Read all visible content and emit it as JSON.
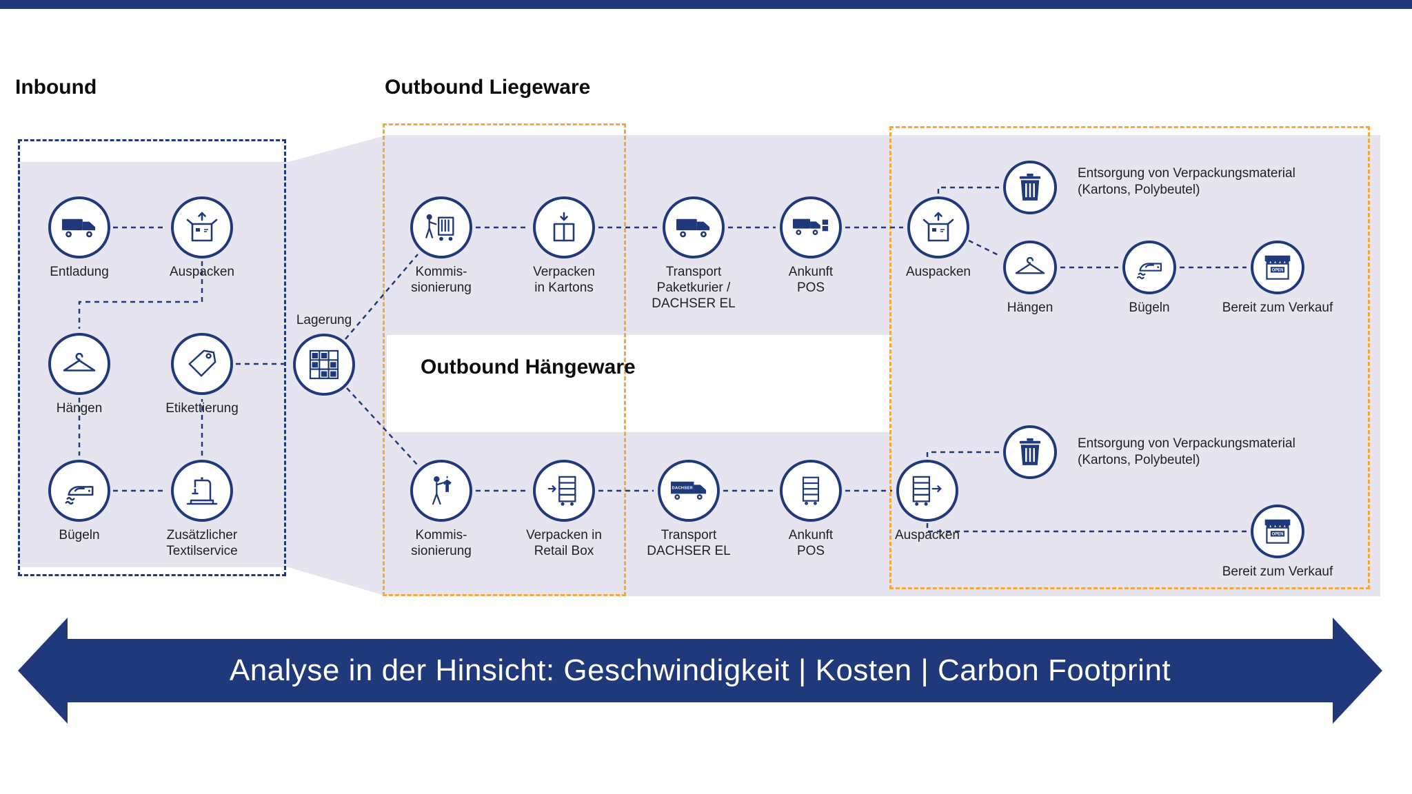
{
  "colors": {
    "navy": "#20397a",
    "panel_background": "#e6e5ef",
    "accent_orange": "#f3a93c"
  },
  "sections": {
    "inbound": {
      "title": "Inbound"
    },
    "outbound_liegeware": {
      "title": "Outbound Liegeware"
    },
    "outbound_haengeware": {
      "title": "Outbound Hängeware"
    }
  },
  "nodes": {
    "entladung": {
      "label": "Entladung",
      "icon": "truck"
    },
    "auspacken_inbound": {
      "label": "Auspacken",
      "icon": "unpack-box"
    },
    "haengen_inbound": {
      "label": "Hängen",
      "icon": "hanger"
    },
    "etikettierung": {
      "label": "Etikettierung",
      "icon": "tag"
    },
    "buegeln_inbound": {
      "label": "Bügeln",
      "icon": "iron"
    },
    "textilservice": {
      "label": "Zusätzlicher\nTextilservice",
      "icon": "sewing-machine"
    },
    "lagerung": {
      "label": "Lagerung",
      "icon": "storage-rack"
    },
    "kommissionierung_liegeware": {
      "label": "Kommis-\nsionierung",
      "icon": "picker-trolley"
    },
    "verpacken_kartons": {
      "label": "Verpacken\nin Kartons",
      "icon": "pack-box"
    },
    "transport_paketkurier": {
      "label": "Transport\nPaketkurier /\nDACHSER EL",
      "icon": "truck"
    },
    "ankunft_pos_liegeware": {
      "label": "Ankunft\nPOS",
      "icon": "truck-unload"
    },
    "auspacken_liegeware": {
      "label": "Auspacken",
      "icon": "unpack-box"
    },
    "entsorgung_liegeware": {
      "label": "Entsorgung von Verpackungsmaterial\n(Kartons, Polybeutel)",
      "icon": "trash"
    },
    "haengen_outbound": {
      "label": "Hängen",
      "icon": "hanger"
    },
    "buegeln_outbound": {
      "label": "Bügeln",
      "icon": "iron"
    },
    "verkauf_liegeware": {
      "label": "Bereit zum Verkauf",
      "icon": "store"
    },
    "kommissionierung_haengeware": {
      "label": "Kommis-\nsionierung",
      "icon": "person-garment"
    },
    "verpacken_retailbox": {
      "label": "Verpacken in\nRetail Box",
      "icon": "roll-container-in"
    },
    "transport_dachser": {
      "label": "Transport\nDACHSER EL",
      "icon": "dachser-truck"
    },
    "ankunft_pos_haengeware": {
      "label": "Ankunft\nPOS",
      "icon": "roll-container"
    },
    "auspacken_haengeware": {
      "label": "Auspacken",
      "icon": "roll-container-out"
    },
    "entsorgung_haengeware": {
      "label": "Entsorgung von Verpackungsmaterial\n(Kartons, Polybeutel)",
      "icon": "trash"
    },
    "verkauf_haengeware": {
      "label": "Bereit zum Verkauf",
      "icon": "store"
    }
  },
  "icon_text": {
    "dachser": "DACHSER",
    "open": "OPEN"
  },
  "banner": {
    "text": "Analyse in der Hinsicht: Geschwindigkeit | Kosten | Carbon Footprint"
  }
}
